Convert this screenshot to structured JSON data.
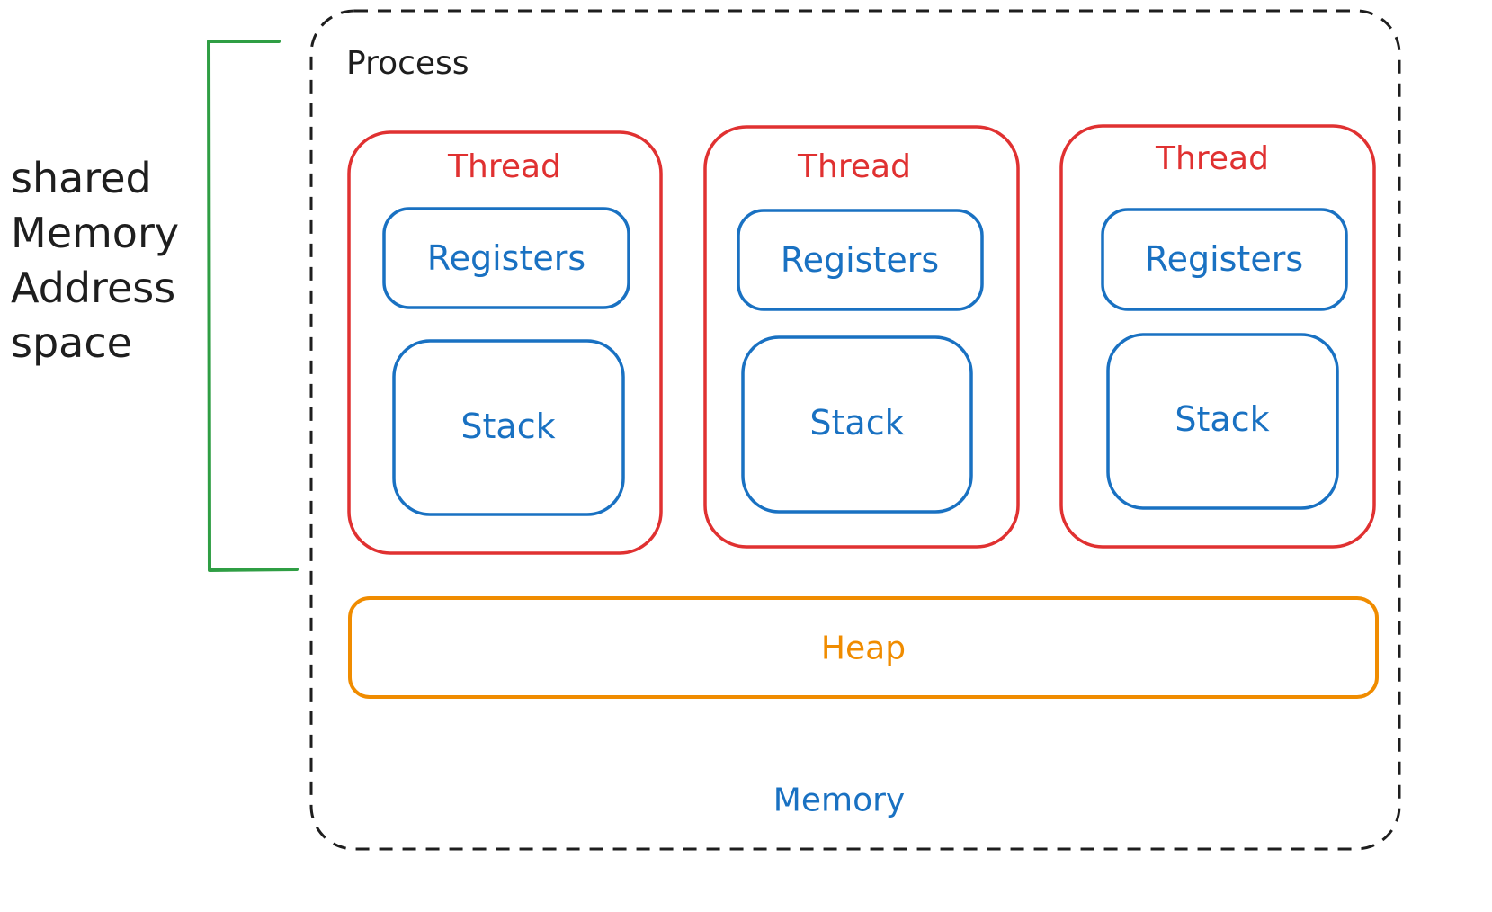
{
  "side_label": {
    "lines": [
      "shared",
      "Memory",
      "Address",
      "space"
    ]
  },
  "process": {
    "label": "Process"
  },
  "threads": [
    {
      "label": "Thread",
      "registers_label": "Registers",
      "stack_label": "Stack"
    },
    {
      "label": "Thread",
      "registers_label": "Registers",
      "stack_label": "Stack"
    },
    {
      "label": "Thread",
      "registers_label": "Registers",
      "stack_label": "Stack"
    }
  ],
  "heap": {
    "label": "Heap"
  },
  "memory": {
    "label": "Memory"
  },
  "colors": {
    "bracket": "#2f9e44",
    "process_border": "#1e1e1e",
    "thread_border": "#e03131",
    "inner_border": "#1971c2",
    "heap_border": "#f08c00",
    "text_dark": "#1e1e1e"
  }
}
